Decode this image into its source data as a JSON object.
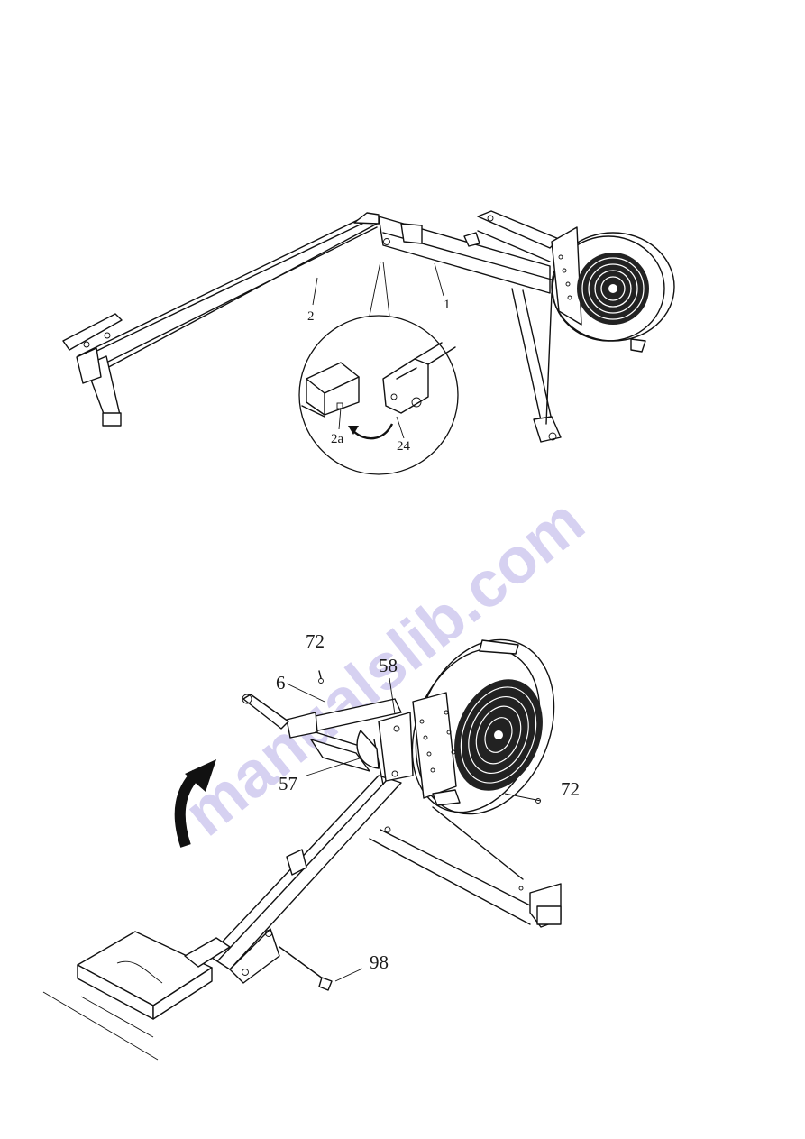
{
  "figure1": {
    "labels": {
      "part_2": "2",
      "part_1": "1",
      "part_2a": "2a",
      "part_24": "24"
    }
  },
  "figure2": {
    "labels": {
      "part_72_top": "72",
      "part_6": "6",
      "part_58": "58",
      "part_57": "57",
      "part_72_right": "72",
      "part_98": "98"
    }
  },
  "watermark": {
    "text": "manualslib.com",
    "color": "#6a5acd"
  }
}
